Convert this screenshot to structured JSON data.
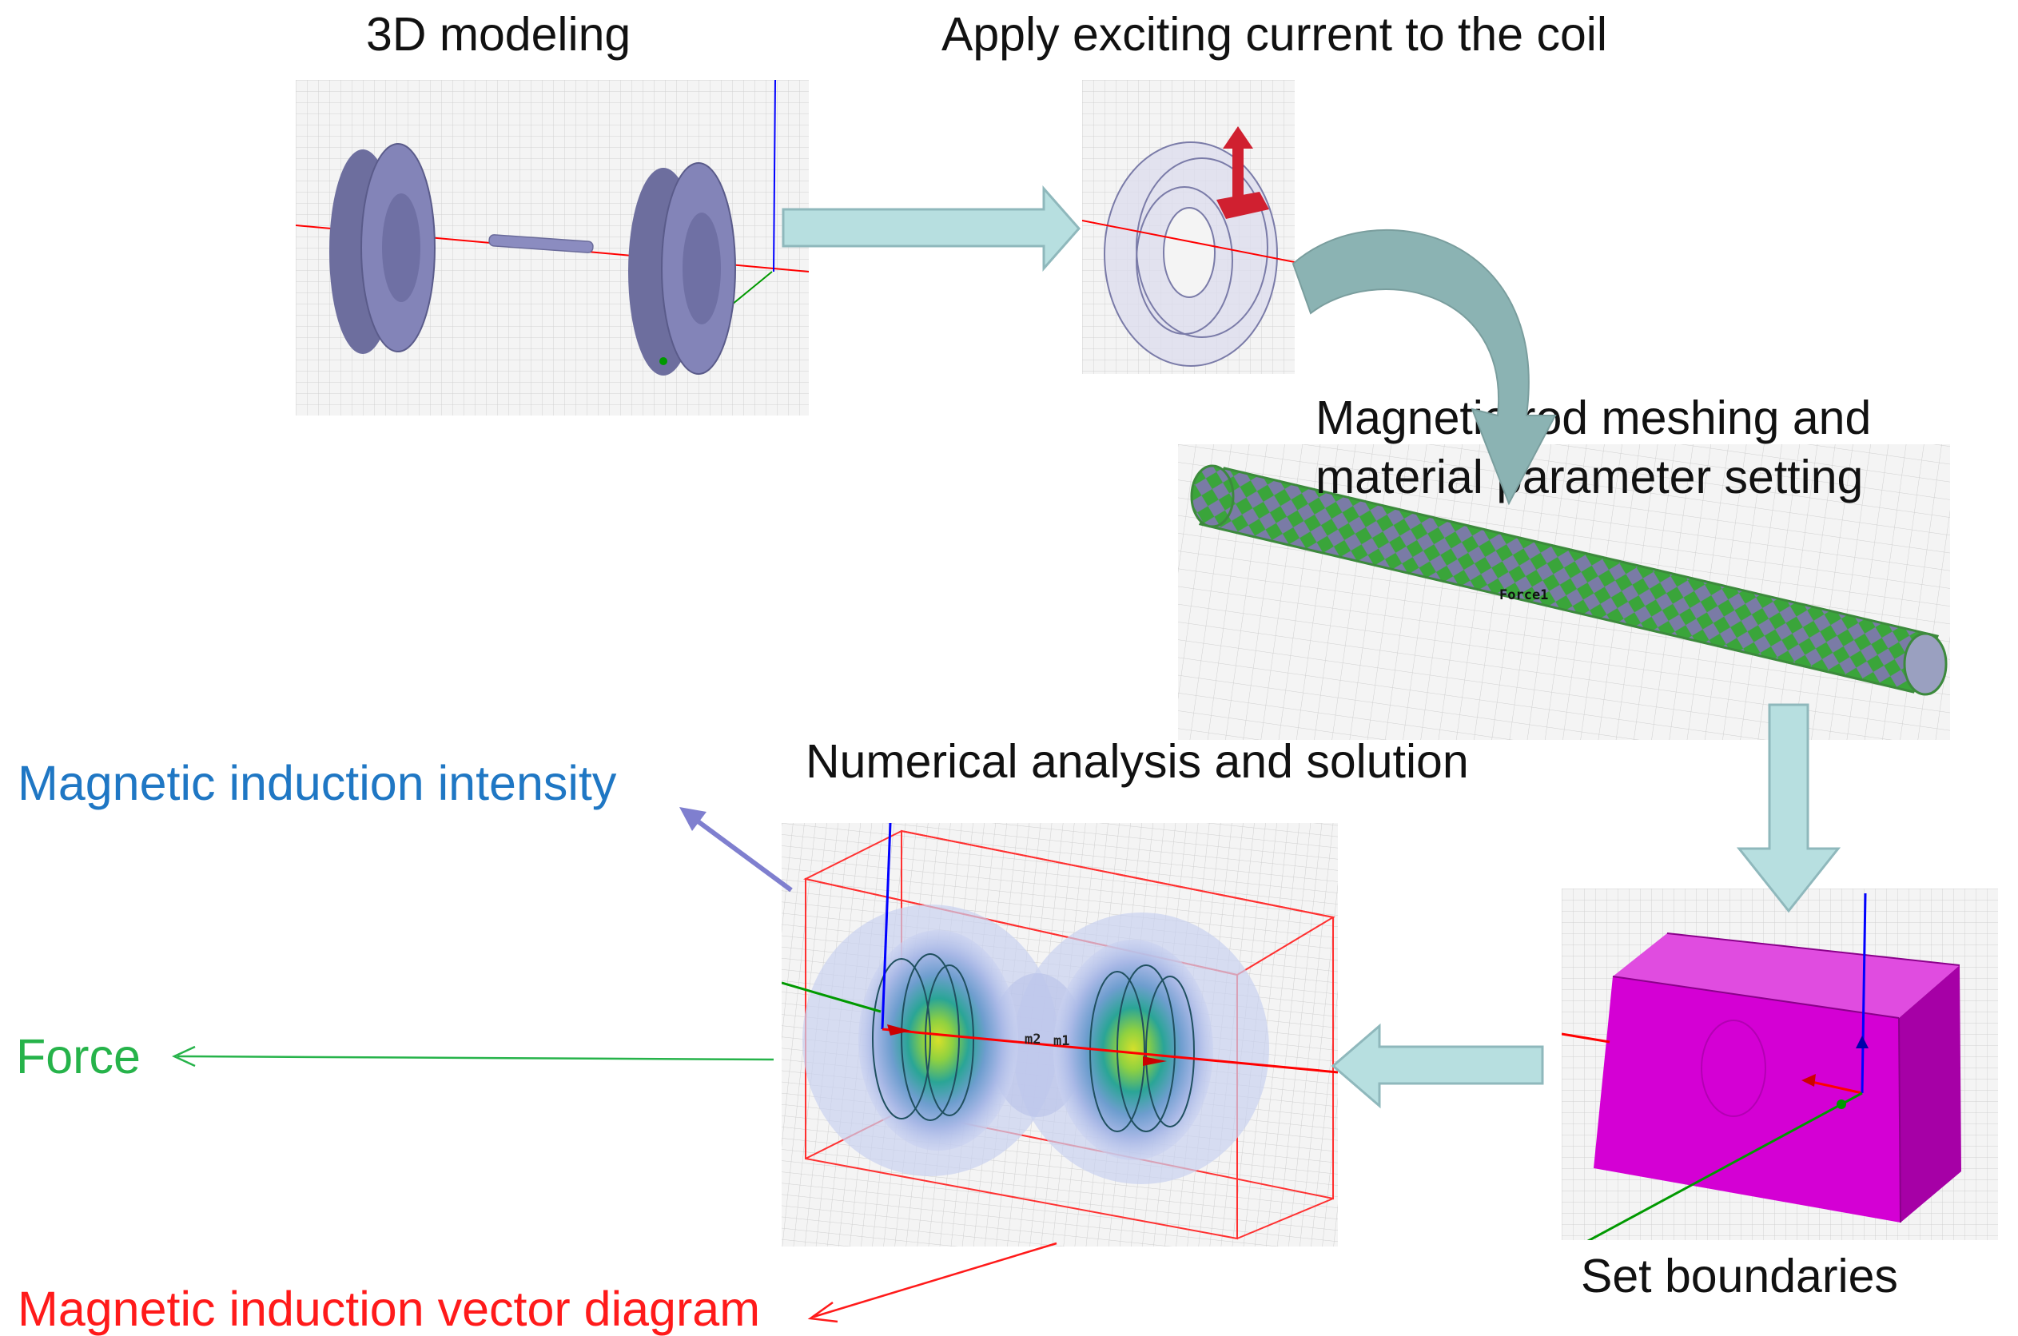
{
  "steps": {
    "modeling": {
      "title": "3D modeling"
    },
    "excitation": {
      "title": "Apply exciting current to the coil"
    },
    "meshing": {
      "title_line1": "Magnetic rod meshing and",
      "title_line2": "material parameter setting",
      "tag": "Force1"
    },
    "boundaries": {
      "title": "Set boundaries"
    },
    "solution": {
      "title": "Numerical analysis and solution",
      "marker_left": "m2",
      "marker_right": "m1"
    }
  },
  "outputs": {
    "induction_intensity": {
      "label": "Magnetic induction intensity",
      "color": "#1f77c4"
    },
    "force": {
      "label": "Force",
      "color": "#26b34a"
    },
    "vector_diagram": {
      "label": "Magnetic induction vector diagram",
      "color": "#ff1a1a"
    }
  },
  "colors": {
    "flow_arrow_fill": "#b7dfe0",
    "flow_arrow_stroke": "#8fb8bc",
    "curved_arrow": "#8bb3b3",
    "coil_body": "#7f80b2",
    "boundary_box": "#d400d4",
    "mesh_green": "#3aa53a",
    "axis_x": "#ff0000",
    "axis_y": "#0000ff",
    "axis_z": "#009900"
  }
}
